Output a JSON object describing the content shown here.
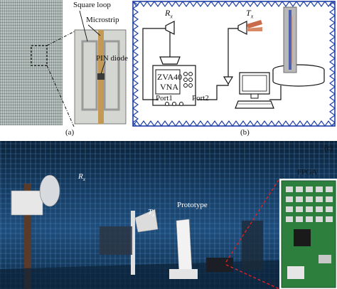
{
  "panel_a": {
    "label": "(a)",
    "callouts": {
      "square_loop": "Square loop",
      "microstrip": "Microstrip",
      "pin_diode": "PIN diode"
    }
  },
  "panel_b": {
    "label": "(b)",
    "rx_main": "R",
    "rx_sub": "x",
    "tx_main": "T",
    "tx_sub": "x",
    "vna_line1": "ZVA40",
    "vna_line2": "VNA",
    "port1": "Port1",
    "port2": "Port2",
    "border_color": "#1f3fa8"
  },
  "panel_c": {
    "label": "(c)",
    "rx_main": "R",
    "rx_sub": "x",
    "tx_main": "T",
    "tx_sub": "x",
    "prototype": "Prototype",
    "fpga": "FPGA"
  }
}
